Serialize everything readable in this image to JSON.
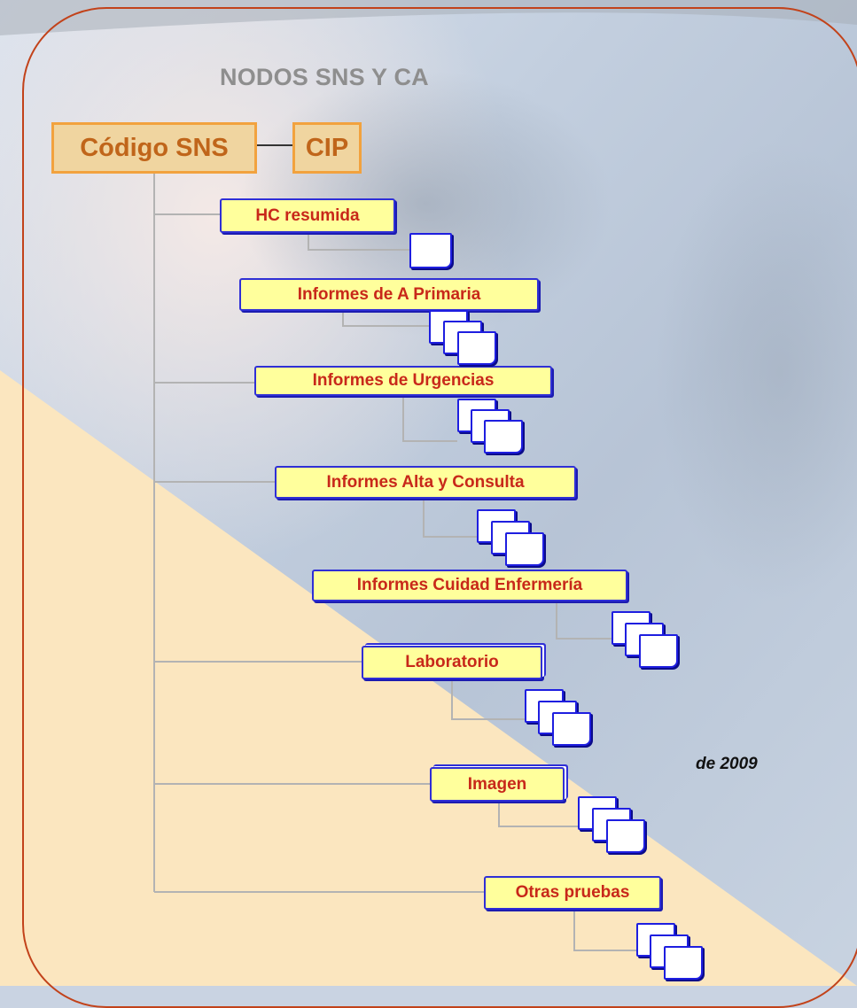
{
  "title": "NODOS SNS Y CA",
  "root": {
    "left_label": "Código SNS",
    "right_label": "CIP"
  },
  "nodes": [
    {
      "label": "HC resumida",
      "docs": 1
    },
    {
      "label": "Informes de A Primaria",
      "docs": 3
    },
    {
      "label": "Informes de Urgencias",
      "docs": 3
    },
    {
      "label": "Informes Alta y Consulta",
      "docs": 3
    },
    {
      "label": "Informes Cuidad Enfermería",
      "docs": 3
    },
    {
      "label": "Laboratorio",
      "docs": 3
    },
    {
      "label": "Imagen",
      "docs": 3
    },
    {
      "label": "Otras pruebas",
      "docs": 3
    }
  ],
  "footer": "de 2009",
  "colors": {
    "frame": "#c2421a",
    "label_fill": "#ffff9c",
    "label_border": "#2f2fd6",
    "label_text": "#c8281a",
    "root_fill": "#f0d5a0",
    "root_text": "#c0651a"
  }
}
